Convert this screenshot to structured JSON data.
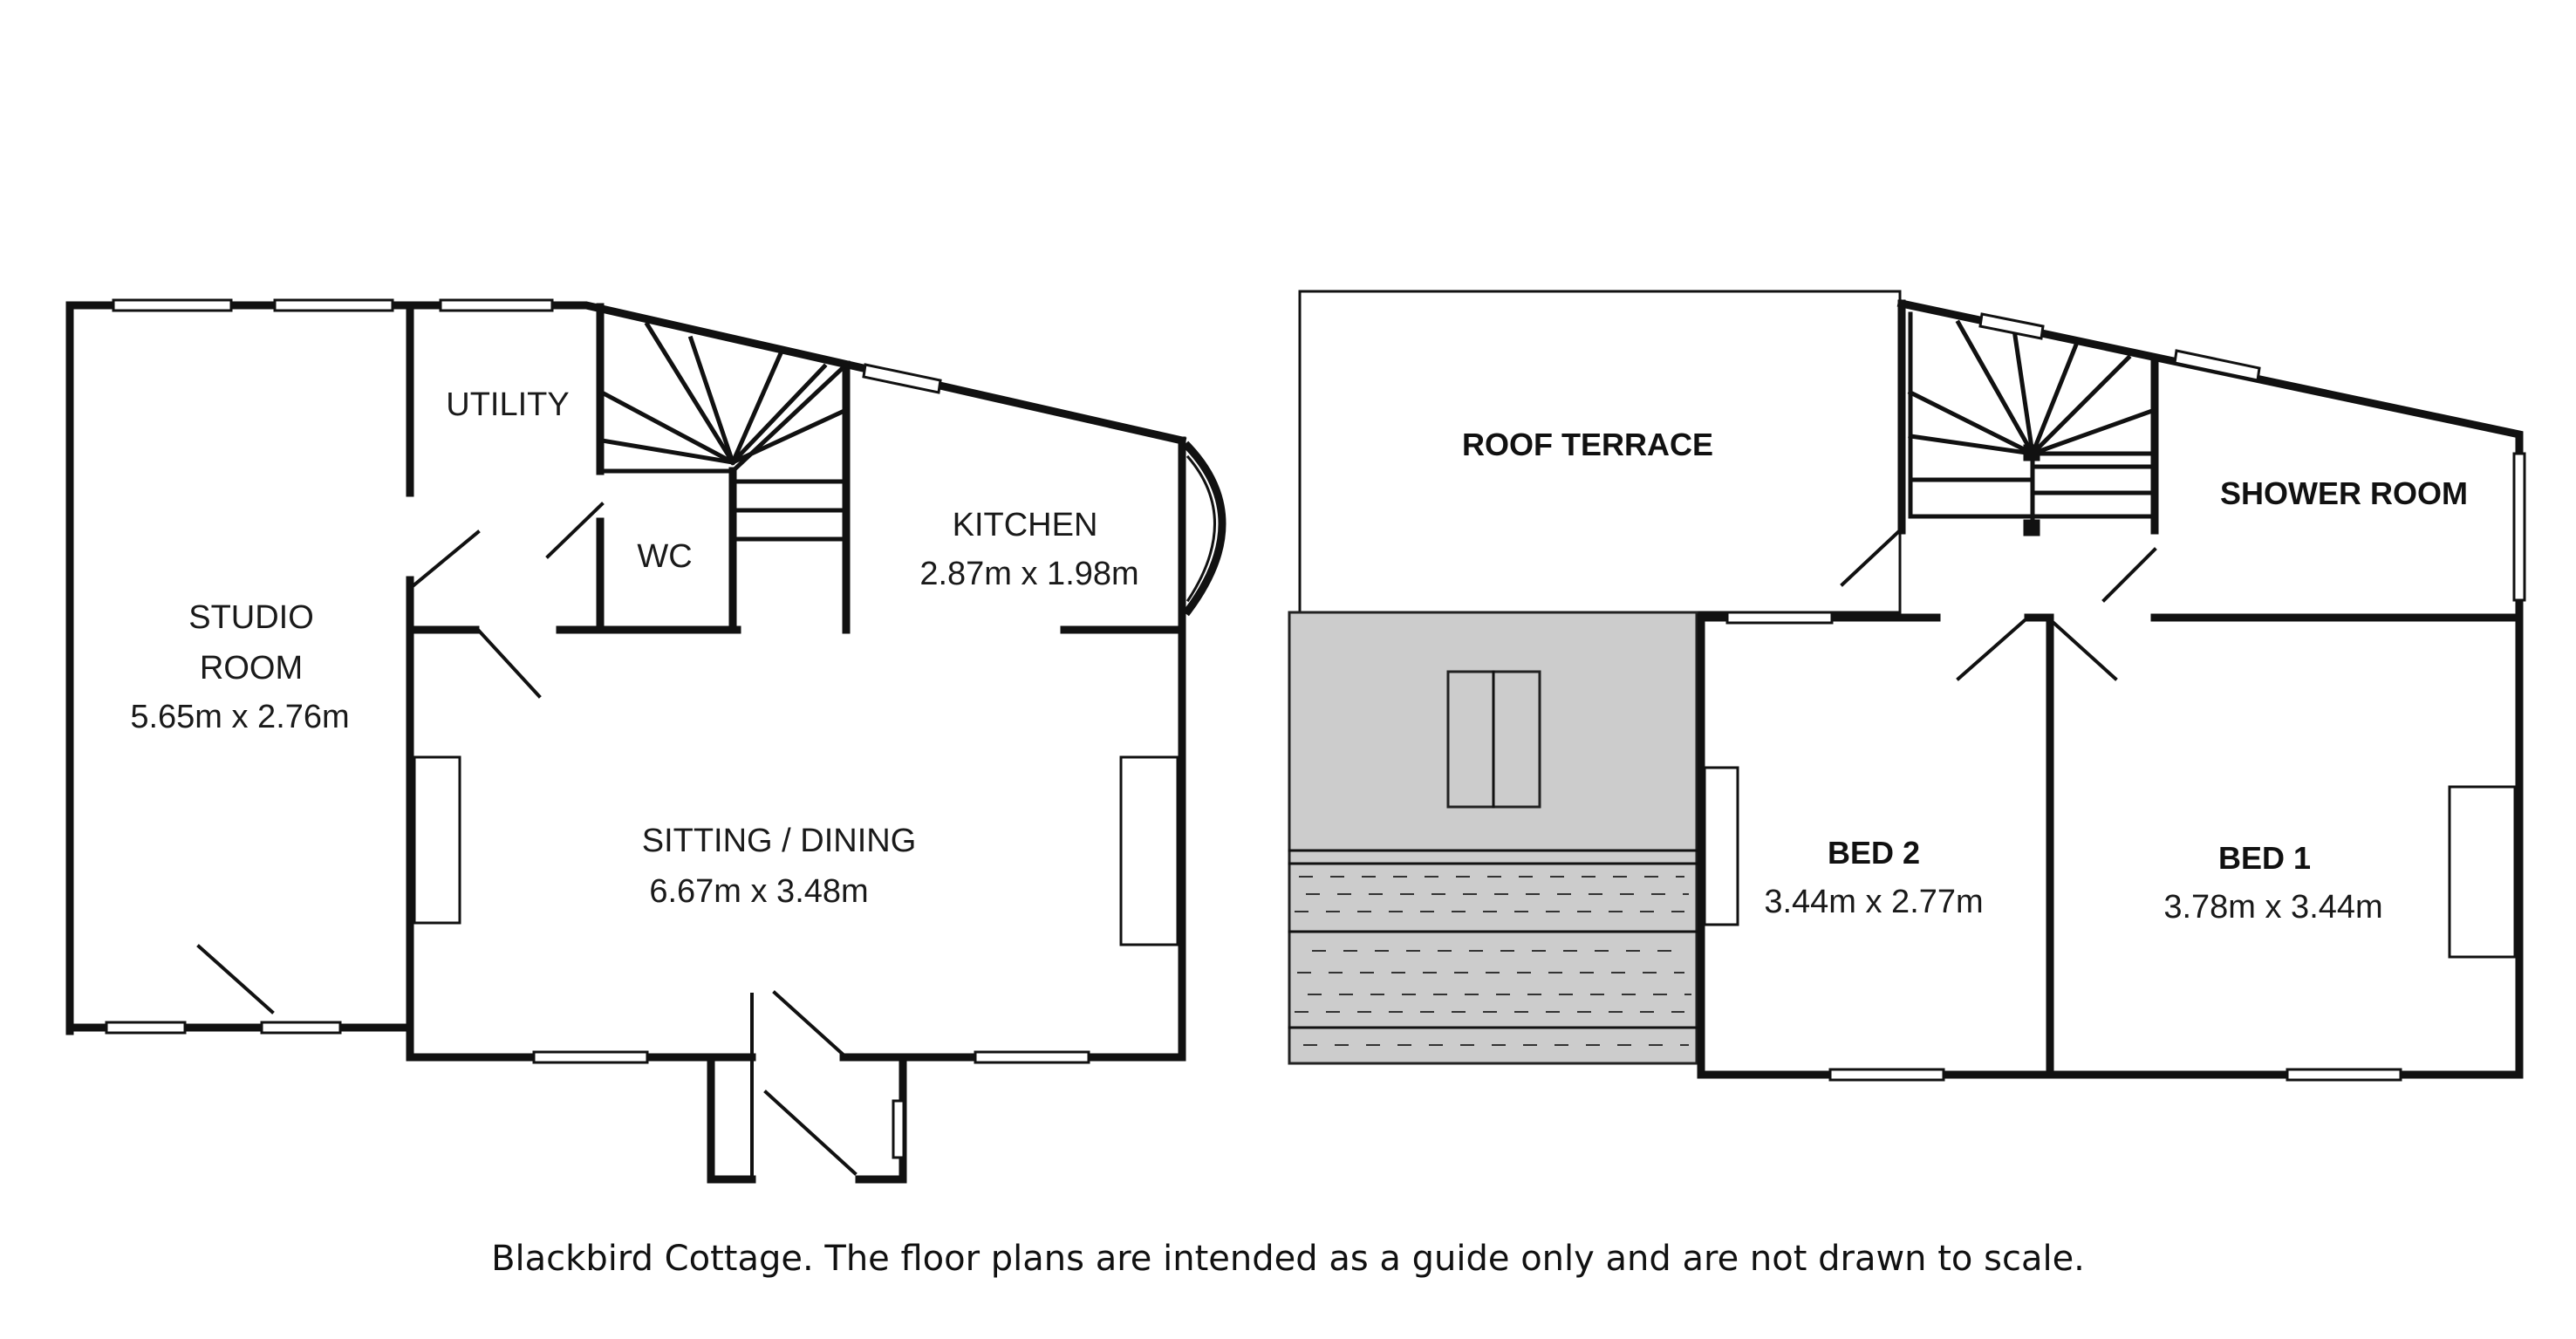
{
  "ground_floor": {
    "studio": {
      "name_line1": "STUDIO",
      "name_line2": "ROOM",
      "dims": "5.65m x 2.76m"
    },
    "utility": {
      "name": "UTILITY"
    },
    "wc": {
      "name": "WC"
    },
    "kitchen": {
      "name": "KITCHEN",
      "dims": "2.87m x 1.98m"
    },
    "sitting": {
      "name": "SITTING / DINING",
      "dims": "6.67m x 3.48m"
    }
  },
  "first_floor": {
    "roof_terrace": {
      "name": "ROOF TERRACE"
    },
    "shower_room": {
      "name": "SHOWER ROOM"
    },
    "bed2": {
      "name": "BED 2",
      "dims": "3.44m x 2.77m"
    },
    "bed1": {
      "name": "BED 1",
      "dims": "3.78m x 3.44m"
    }
  },
  "caption": "Blackbird Cottage. The floor plans are intended as a guide only and are not drawn to scale.",
  "colors": {
    "wall": "#111111",
    "terrace_fill": "#cccccc",
    "window": "#ffffff"
  }
}
